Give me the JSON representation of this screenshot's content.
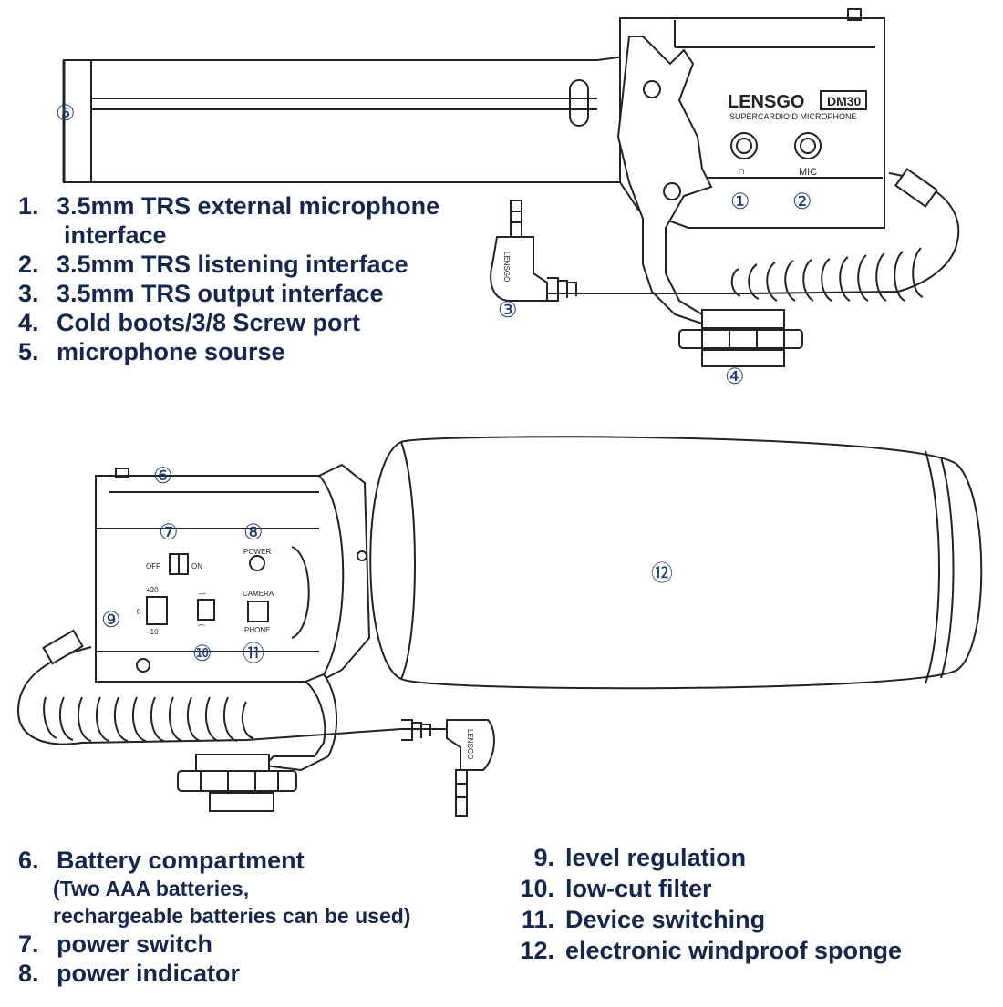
{
  "product": {
    "brand": "LENSGO",
    "model": "DM30",
    "subtitle": "SUPERCARDIOID MICROPHONE",
    "cable_brand": "LENSGO"
  },
  "panel_labels": {
    "headphone_symbol": "∩",
    "mic": "MIC",
    "off": "OFF",
    "on": "ON",
    "power": "POWER",
    "plus20": "+20",
    "zero": "0",
    "minus10": "-10",
    "flat": "—",
    "lowcut": "⌒",
    "camera": "CAMERA",
    "phone": "PHONE"
  },
  "callouts": [
    "①",
    "②",
    "③",
    "④",
    "⑤",
    "⑥",
    "⑦",
    "⑧",
    "⑨",
    "⑩",
    "⑪",
    "⑫"
  ],
  "legend_top": [
    {
      "num": "1.",
      "text": "3.5mm TRS external microphone"
    },
    {
      "num": "",
      "text": "interface"
    },
    {
      "num": "2.",
      "text": "3.5mm TRS listening interface"
    },
    {
      "num": "3.",
      "text": "3.5mm TRS output interface"
    },
    {
      "num": "4.",
      "text": "Cold boots/3/8 Screw port"
    },
    {
      "num": "5.",
      "text": "microphone sourse"
    }
  ],
  "legend_bottom_left": {
    "item6_num": "6.",
    "item6_text": "Battery compartment",
    "item6_note_line1": "(Two AAA batteries,",
    "item6_note_line2": "rechargeable batteries can be used)",
    "item7_num": "7.",
    "item7_text": "power switch",
    "item8_num": "8.",
    "item8_text": "power indicator"
  },
  "legend_bottom_right": [
    {
      "num": "9.",
      "text": "level regulation"
    },
    {
      "num": "10.",
      "text": "low-cut filter"
    },
    {
      "num": "11.",
      "text": "Device switching"
    },
    {
      "num": "12.",
      "text": "electronic windproof sponge"
    }
  ]
}
